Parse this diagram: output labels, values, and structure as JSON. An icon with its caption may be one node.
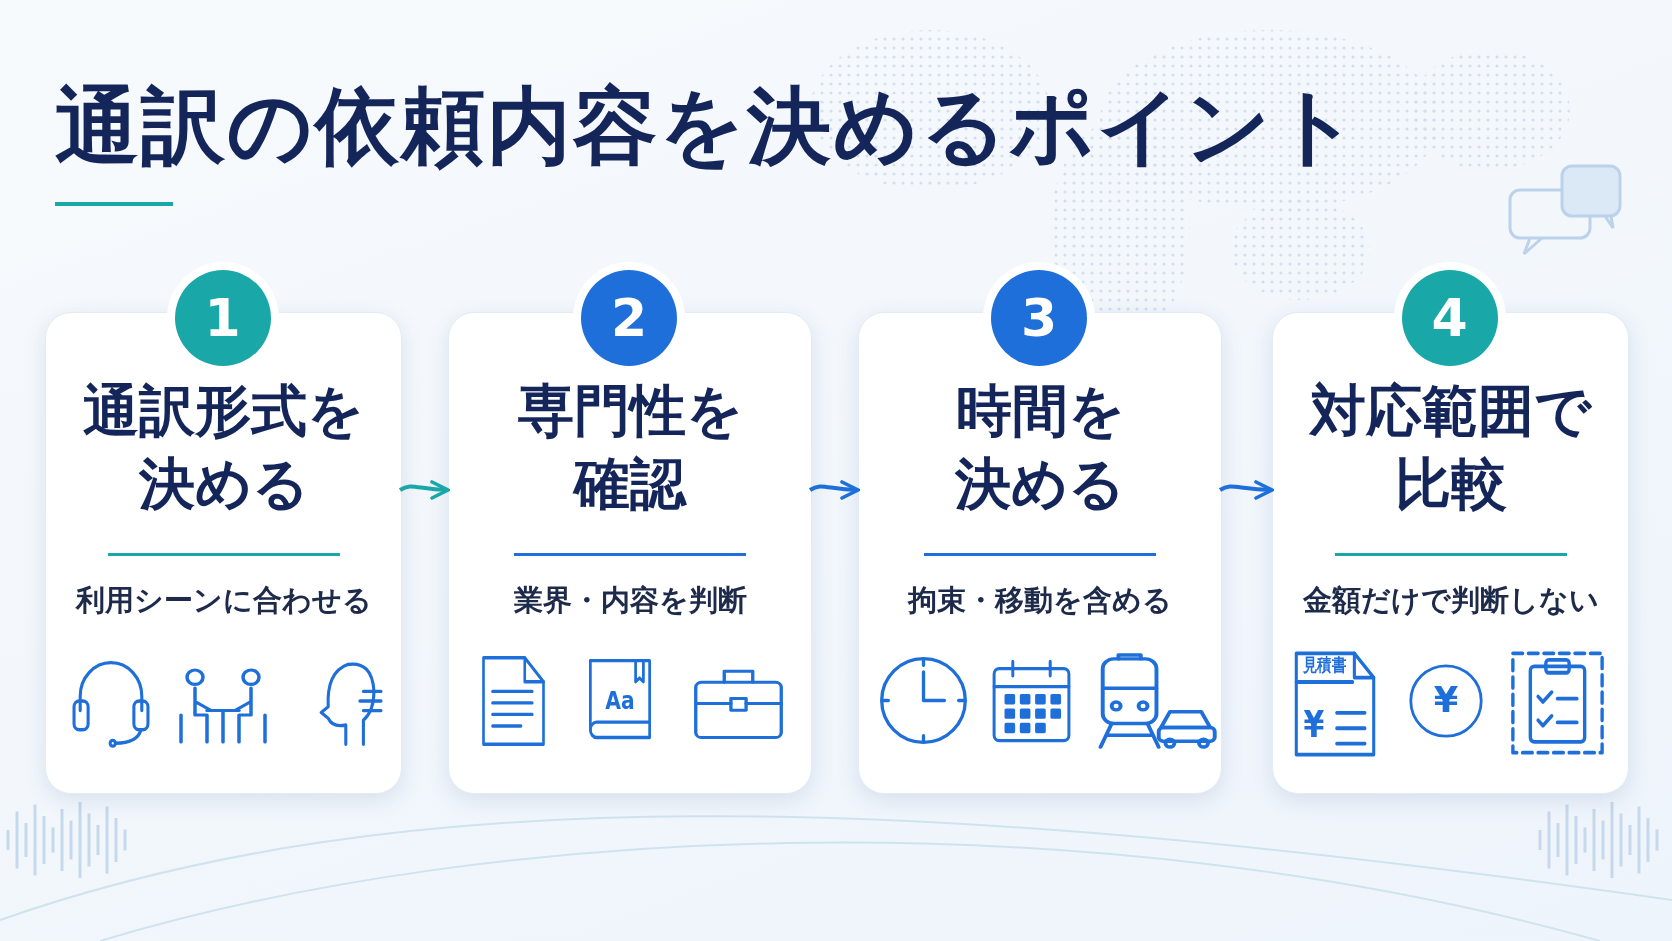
{
  "diagram": {
    "title": "通訳の依頼内容を決めるポイント",
    "nodes": [
      {
        "text": [
          "1"
        ]
      },
      {
        "text": [
          "通訳形式を決める",
          "利用シーンに合わせる"
        ]
      },
      {
        "text": [
          "2"
        ]
      },
      {
        "text": [
          "専門性を確認",
          "業界・内容を判断"
        ]
      },
      {
        "text": [
          "3"
        ]
      },
      {
        "text": [
          "時間を決める",
          "拘束・移動を含める"
        ]
      },
      {
        "text": [
          "4"
        ]
      },
      {
        "text": [
          "対応範囲で比較",
          "金額だけで判断しない"
        ]
      }
    ],
    "edges": [
      {
        "from": 1,
        "to": 3,
        "arrow": "to",
        "color": "#19a7a8"
      },
      {
        "from": 3,
        "to": 5,
        "arrow": "to"
      },
      {
        "from": 5,
        "to": 7,
        "arrow": "to"
      }
    ],
    "labels": [
      "Aa",
      "見積書",
      "¥",
      "¥"
    ]
  }
}
